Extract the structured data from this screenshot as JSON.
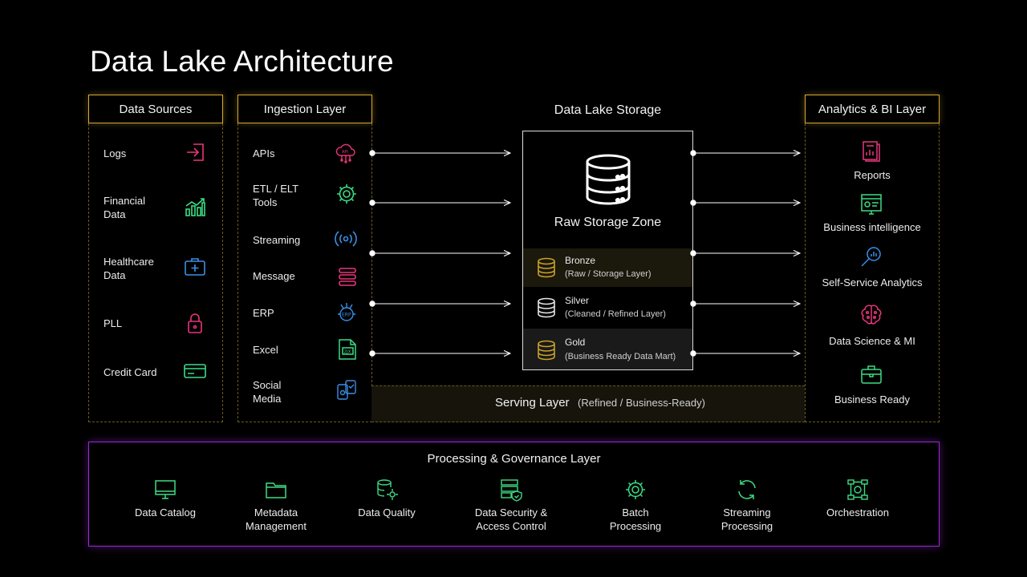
{
  "title": "Data Lake Architecture",
  "sources": {
    "header": "Data Sources",
    "items": [
      {
        "label": "Logs",
        "icon": "login-icon"
      },
      {
        "label": "Financial\nData",
        "icon": "bar-chart-icon"
      },
      {
        "label": "Healthcare\nData",
        "icon": "medical-kit-icon"
      },
      {
        "label": "PLL",
        "icon": "lock-icon"
      },
      {
        "label": "Credit Card",
        "icon": "credit-card-icon"
      }
    ]
  },
  "ingestion": {
    "header": "Ingestion Layer",
    "items": [
      {
        "label": "APIs",
        "icon": "api-cloud-icon"
      },
      {
        "label": "ETL / ELT\nTools",
        "icon": "gear-icon"
      },
      {
        "label": "Streaming",
        "icon": "broadcast-icon"
      },
      {
        "label": "Message",
        "icon": "message-stack-icon"
      },
      {
        "label": "ERP",
        "icon": "erp-chip-icon"
      },
      {
        "label": "Excel",
        "icon": "excel-file-icon"
      },
      {
        "label": "Social\nMedia",
        "icon": "social-media-icon"
      }
    ]
  },
  "storage": {
    "header": "Data Lake Storage",
    "zone": "Raw Storage Zone",
    "tiers": [
      {
        "name": "Bronze",
        "sub": "(Raw / Storage Layer)",
        "color": "#c9a227"
      },
      {
        "name": "Silver",
        "sub": "(Cleaned / Refined Layer)",
        "color": "#e6e6e6"
      },
      {
        "name": "Gold",
        "sub": "(Business Ready Data Mart)",
        "color": "#c9a227"
      }
    ]
  },
  "serving": {
    "label": "Serving Layer",
    "sub": "(Refined / Business-Ready)"
  },
  "analytics": {
    "header": "Analytics &  BI Layer",
    "items": [
      {
        "label": "Reports",
        "icon": "report-icon"
      },
      {
        "label": "Business intelligence",
        "icon": "dashboard-icon"
      },
      {
        "label": "Self-Service Analytics",
        "icon": "magnifier-chart-icon"
      },
      {
        "label": "Data Science & MI",
        "icon": "brain-icon"
      },
      {
        "label": "Business Ready",
        "icon": "briefcase-icon"
      }
    ]
  },
  "governance": {
    "header": "Processing & Governance Layer",
    "items": [
      {
        "label": "Data Catalog",
        "icon": "monitor-icon"
      },
      {
        "label": "Metadata\nManagement",
        "icon": "folder-icon"
      },
      {
        "label": "Data Quality",
        "icon": "database-gear-icon"
      },
      {
        "label": "Data Security &\nAccess Control",
        "icon": "server-shield-icon"
      },
      {
        "label": "Batch\nProcessing",
        "icon": "gear-icon"
      },
      {
        "label": "Streaming\nProcessing",
        "icon": "refresh-icon"
      },
      {
        "label": "Orchestration",
        "icon": "workflow-icon"
      }
    ]
  },
  "colors": {
    "accent_gold": "#d8a935",
    "governance_purple": "#9b2bd8",
    "pink": "#e8357a",
    "green": "#3ddc84",
    "blue": "#3a8fe8"
  }
}
